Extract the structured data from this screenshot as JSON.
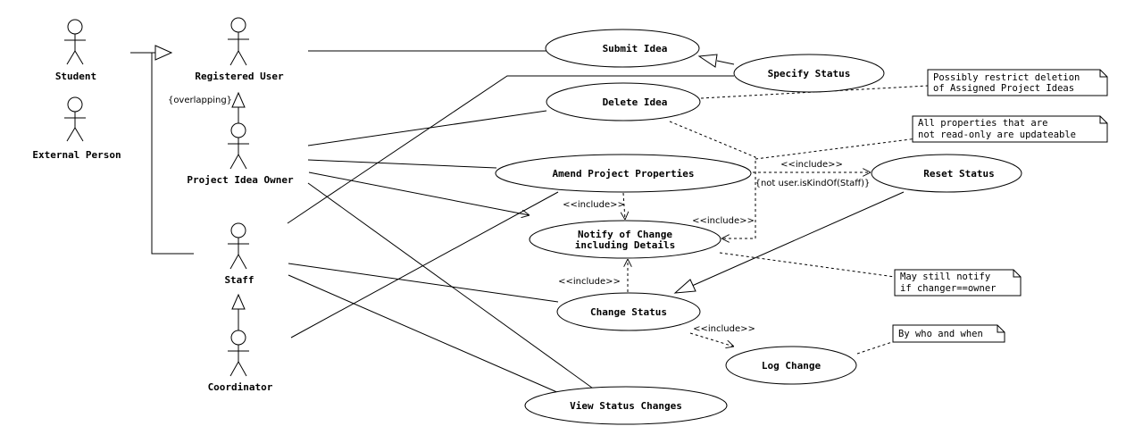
{
  "actors": {
    "student": "Student",
    "external_person": "External Person",
    "registered_user": "Registered User",
    "project_idea_owner": "Project Idea Owner",
    "staff": "Staff",
    "coordinator": "Coordinator"
  },
  "use_cases": {
    "submit_idea": "Submit Idea",
    "specify_status": "Specify Status",
    "delete_idea": "Delete Idea",
    "amend_project_properties": "Amend Project Properties",
    "reset_status": "Reset Status",
    "notify_line1": "Notify of Change",
    "notify_line2": "including Details",
    "change_status": "Change Status",
    "log_change": "Log Change",
    "view_status_changes": "View Status Changes"
  },
  "constraints": {
    "overlapping": "{overlapping}",
    "not_staff": "{not user.isKindOf(Staff)}"
  },
  "stereotypes": {
    "include": "<<include>>"
  },
  "notes": {
    "restrict_line1": "Possibly restrict deletion",
    "restrict_line2": "of Assigned Project Ideas",
    "properties_line1": "All properties that are",
    "properties_line2": "not read-only are updateable",
    "notify_line1": "May still notify",
    "notify_line2": "if changer==owner",
    "who_when": "By who and when"
  }
}
